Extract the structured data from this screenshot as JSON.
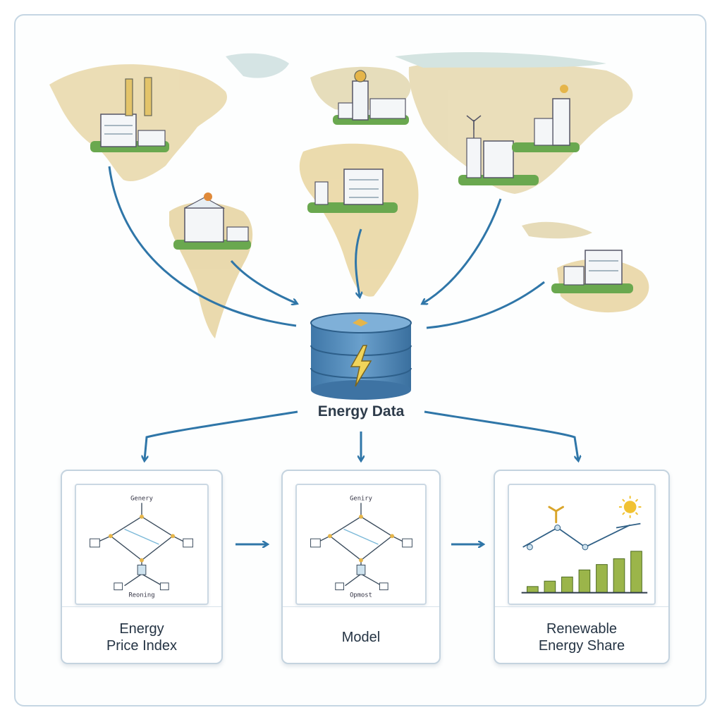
{
  "hub": {
    "label": "Energy Data",
    "icon": "lightning-bolt-icon"
  },
  "cards": [
    {
      "id": "price-index",
      "line1": "Energy",
      "line2": "Price Index",
      "diagram_top": "Genery",
      "diagram_bottom": "Reoning"
    },
    {
      "id": "model",
      "line1": "Model",
      "line2": "",
      "diagram_top": "Geniry",
      "diagram_bottom": "Opmost"
    },
    {
      "id": "renewable-share",
      "line1": "Renewable",
      "line2": "Energy Share",
      "bars": [
        0.15,
        0.28,
        0.38,
        0.55,
        0.68,
        0.82,
        1.0
      ]
    }
  ],
  "colors": {
    "arrow": "#2f76a8",
    "cylinder": "#4a86b8",
    "land": "#e9d9b0",
    "grass": "#6aa84f",
    "bar": "#9bb54a"
  }
}
